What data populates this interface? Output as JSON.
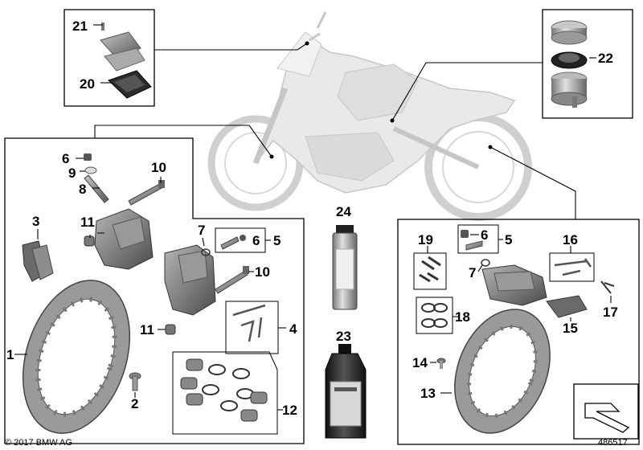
{
  "diagram": {
    "callouts": {
      "c1": "1",
      "c2": "2",
      "c3": "3",
      "c4": "4",
      "c5a": "5",
      "c5b": "5",
      "c6a": "6",
      "c6b": "6",
      "c7a": "7",
      "c7b": "7",
      "c8": "8",
      "c9": "9",
      "c10a": "10",
      "c10b": "10",
      "c11a": "11",
      "c11b": "11",
      "c12": "12",
      "c13": "13",
      "c14": "14",
      "c15": "15",
      "c16": "16",
      "c17": "17",
      "c18": "18",
      "c19": "19",
      "c20": "20",
      "c21": "21",
      "c22": "22",
      "c23": "23",
      "c24": "24"
    },
    "copyright": "© 2017 BMW AG",
    "image_number": "486517"
  }
}
